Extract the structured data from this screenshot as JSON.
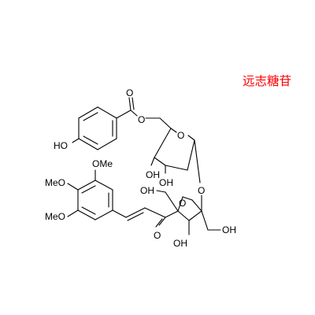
{
  "compound_name": "远志糖苷",
  "title_color": "#ff0000",
  "labels": {
    "o_ester": "O",
    "o_ester_carbonyl": "O",
    "ho_phenol": "HO",
    "ome_top": "OMe",
    "meo_mid": "MeO",
    "meo_bot": "MeO",
    "o_glc_ring": "O",
    "oh_glc_4": "OH",
    "oh_glc_3": "OH",
    "o_glycosidic": "O",
    "oh_fru_c1": "OH",
    "o_fru_ring": "O",
    "o_enone": "O",
    "oh_fru_c6": "OH",
    "oh_fru_c4": "OH"
  }
}
